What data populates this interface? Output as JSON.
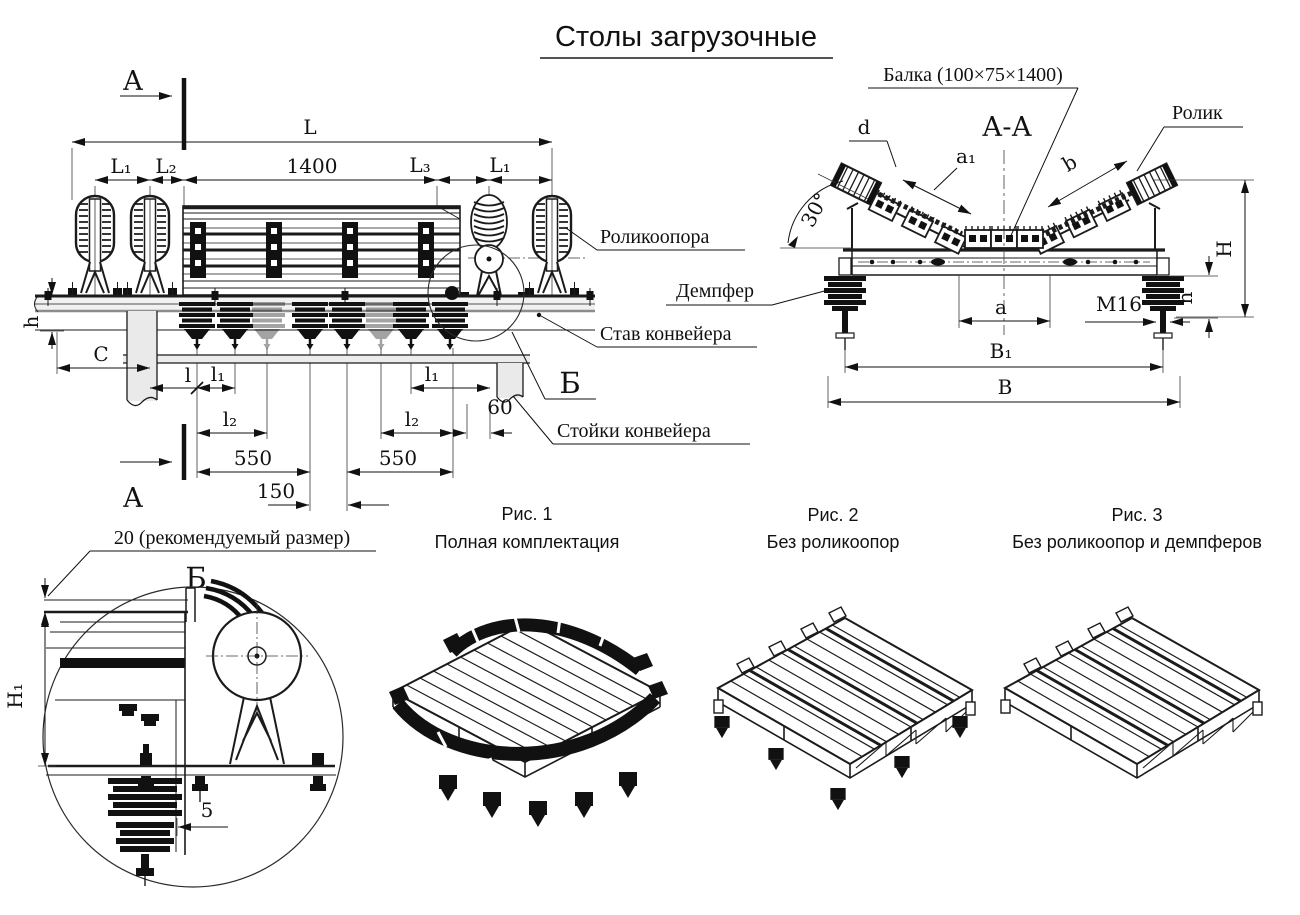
{
  "title": "Столы загрузочные",
  "main_view": {
    "section_letter_top": "А",
    "section_letter_bottom": "А",
    "labels": {
      "roller_support": "Роликоопора",
      "conveyor_frame": "Став конвейера",
      "detail_mark": "Б",
      "conveyor_stands": "Стойки конвейера"
    },
    "dims": {
      "L": "L",
      "L1_left": "L₁",
      "L2": "L₂",
      "len_1400": "1400",
      "L3": "L₃",
      "L1_right": "L₁",
      "h": "h",
      "C": "C",
      "l": "l",
      "l1_left": "l₁",
      "l1_right": "l₁",
      "l2_left": "l₂",
      "l2_right": "l₂",
      "n60": "60",
      "n550_left": "550",
      "n550_right": "550",
      "n150": "150"
    }
  },
  "section_view": {
    "title": "А-А",
    "beam_label": "Балка (100×75×1400)",
    "roller_label": "Ролик",
    "damper_label": "Демпфер",
    "dims": {
      "d": "d",
      "a1": "a₁",
      "b": "b",
      "angle": "30°",
      "a": "a",
      "thread": "М16",
      "h": "h",
      "H": "H",
      "B1": "B₁",
      "B": "B"
    }
  },
  "detail_view": {
    "note": "20 (рекомендуемый размер)",
    "title": "Б",
    "dims": {
      "H1": "H₁",
      "n5": "5"
    }
  },
  "figures": [
    {
      "num": "Рис. 1",
      "caption": "Полная комплектация"
    },
    {
      "num": "Рис. 2",
      "caption": "Без роликоопор"
    },
    {
      "num": "Рис. 3",
      "caption": "Без роликоопор и демпферов"
    }
  ],
  "colors": {
    "ink": "#1b1b1b",
    "paper": "#ffffff"
  }
}
